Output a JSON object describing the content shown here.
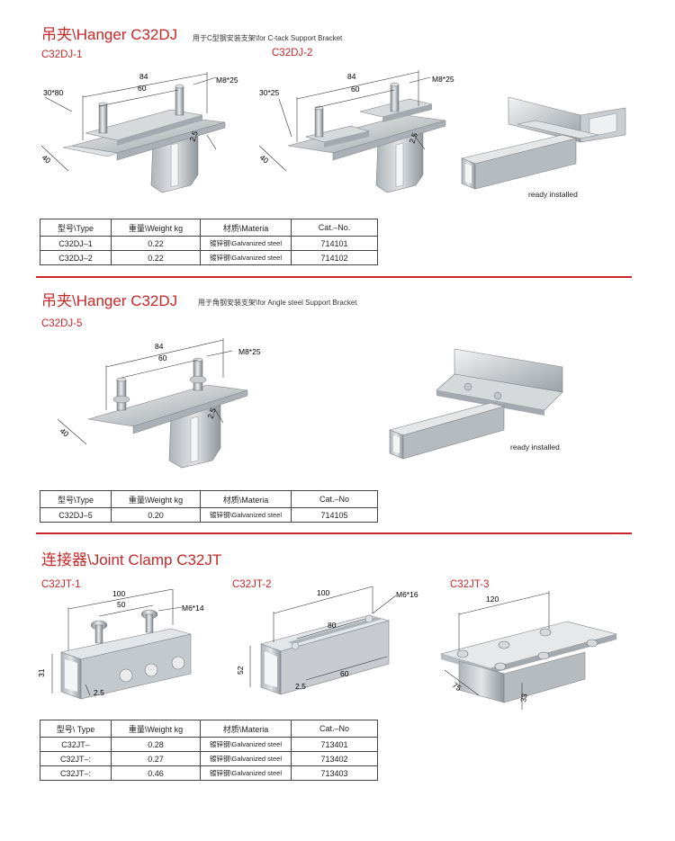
{
  "section1": {
    "title": "吊夹\\Hanger C32DJ",
    "subtitle": "用于C型钢安装支架\\for C-tack Support Bracket",
    "models": [
      {
        "label": "C32DJ-1",
        "dims": [
          "84",
          "60",
          "M8*25",
          "30*80",
          "40",
          "2.5"
        ]
      },
      {
        "label": "C32DJ-2",
        "dims": [
          "84",
          "60",
          "M8*25",
          "30*25",
          "40",
          "2.5"
        ]
      }
    ],
    "installed_note": "ready installed",
    "table": {
      "headers": [
        "型号\\Type",
        "重量\\Weight kg",
        "材质\\Materia",
        "Cat.–No."
      ],
      "rows": [
        [
          "C32DJ–1",
          "0.22",
          "镀锌钢\\Galvanized steel",
          "714101"
        ],
        [
          "C32DJ–2",
          "0.22",
          "镀锌钢\\Galvanized steel",
          "714102"
        ]
      ]
    }
  },
  "section2": {
    "title": "吊夹\\Hanger C32DJ",
    "subtitle": "用于角钢安装支架\\for Angle steel Support Bracket",
    "models": [
      {
        "label": "C32DJ-5",
        "dims": [
          "84",
          "60",
          "M8*25",
          "40",
          "2.5"
        ]
      }
    ],
    "installed_note": "ready installed",
    "table": {
      "headers": [
        "型号\\Type",
        "重量\\Weight kg",
        "材质\\Materia",
        "Cat.–No"
      ],
      "rows": [
        [
          "C32DJ–5",
          "0.20",
          "镀锌钢\\Galvanized steel",
          "714105"
        ]
      ]
    }
  },
  "section3": {
    "title": "连接器\\Joint Clamp C32JT",
    "models": [
      {
        "label": "C32JT-1",
        "dims": [
          "100",
          "50",
          "M6*14",
          "31",
          "2.5"
        ]
      },
      {
        "label": "C32JT-2",
        "dims": [
          "100",
          "80",
          "M6*16",
          "52",
          "2.5",
          "60"
        ]
      },
      {
        "label": "C32JT-3",
        "dims": [
          "120",
          "75",
          "33"
        ]
      }
    ],
    "table": {
      "headers": [
        "型号\\ Type",
        "重量\\Weight kg",
        "材质\\Materia",
        "Cat.–No"
      ],
      "rows": [
        [
          "C32JT–",
          "0.28",
          "镀锌钢\\Galvanized steel",
          "713401"
        ],
        [
          "C32JT–:",
          "0.27",
          "镀锌钢\\Galvanized steel",
          "713402"
        ],
        [
          "C32JT–:",
          "0.46",
          "镀锌钢\\Galvanized steel",
          "713403"
        ]
      ]
    }
  },
  "colors": {
    "accent": "#c9252c",
    "metal_light": "#e6e8ea",
    "metal_mid": "#b9bec3",
    "metal_dark": "#8d9399"
  }
}
